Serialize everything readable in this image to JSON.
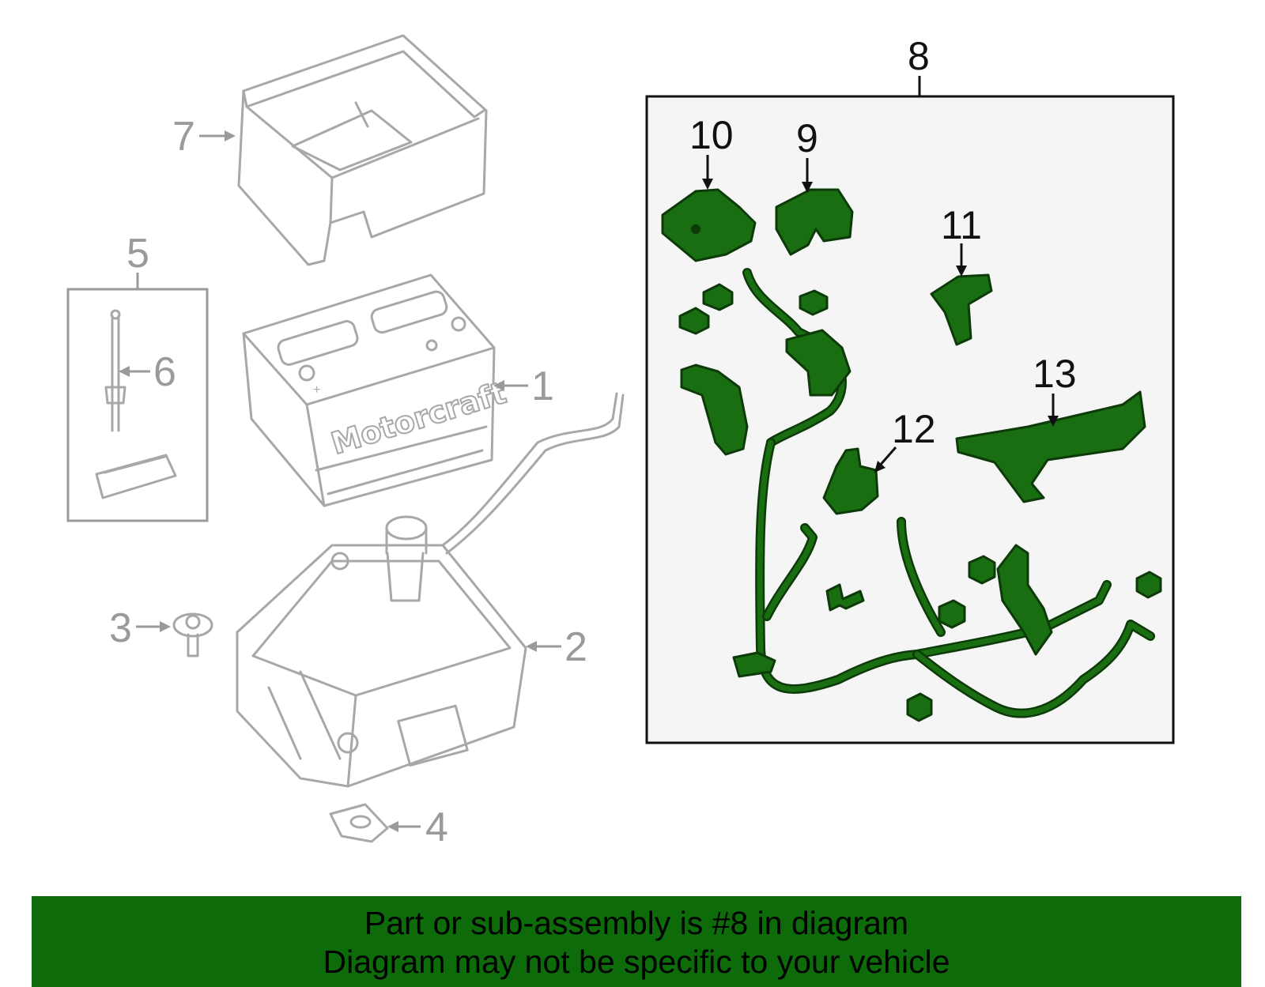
{
  "callouts": {
    "c1": "1",
    "c2": "2",
    "c3": "3",
    "c4": "4",
    "c5": "5",
    "c6": "6",
    "c7": "7",
    "c8": "8",
    "c9": "9",
    "c10": "10",
    "c11": "11",
    "c12": "12",
    "c13": "13"
  },
  "battery_brand": "Motorcraft",
  "battery_pos_mark": "+",
  "highlighted_part": "8",
  "colors": {
    "highlight": "#1a6e12",
    "banner": "#0d6b0a",
    "inset_bg": "#f5f5f5",
    "gray_part": "#a8a8a8"
  },
  "banner": {
    "line1": "Part or sub-assembly is #8 in diagram",
    "line2": "Diagram may not be specific to your vehicle"
  }
}
